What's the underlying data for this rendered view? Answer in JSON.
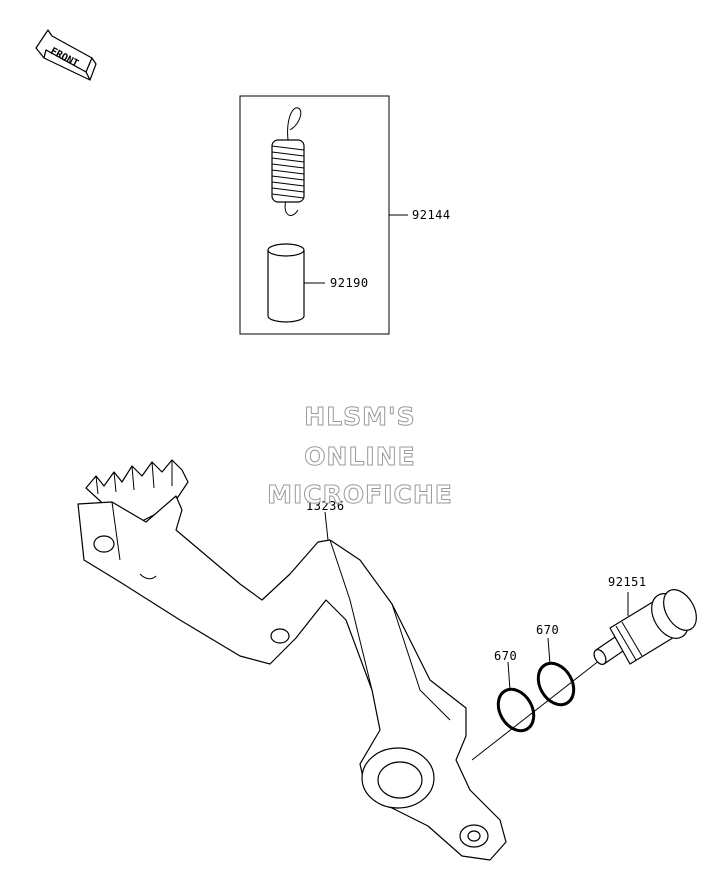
{
  "orientation": {
    "front_label": "FRONT",
    "icon": "front-arrow-icon"
  },
  "watermark": {
    "line1": "HLSM'S",
    "line2": "ONLINE",
    "line3": "MICROFICHE"
  },
  "parts": {
    "spring_kit": "92144",
    "sleeve": "92190",
    "brake_pedal": "13236",
    "pivot_bolt": "92151",
    "o_ring_left": "670",
    "o_ring_right": "670"
  }
}
